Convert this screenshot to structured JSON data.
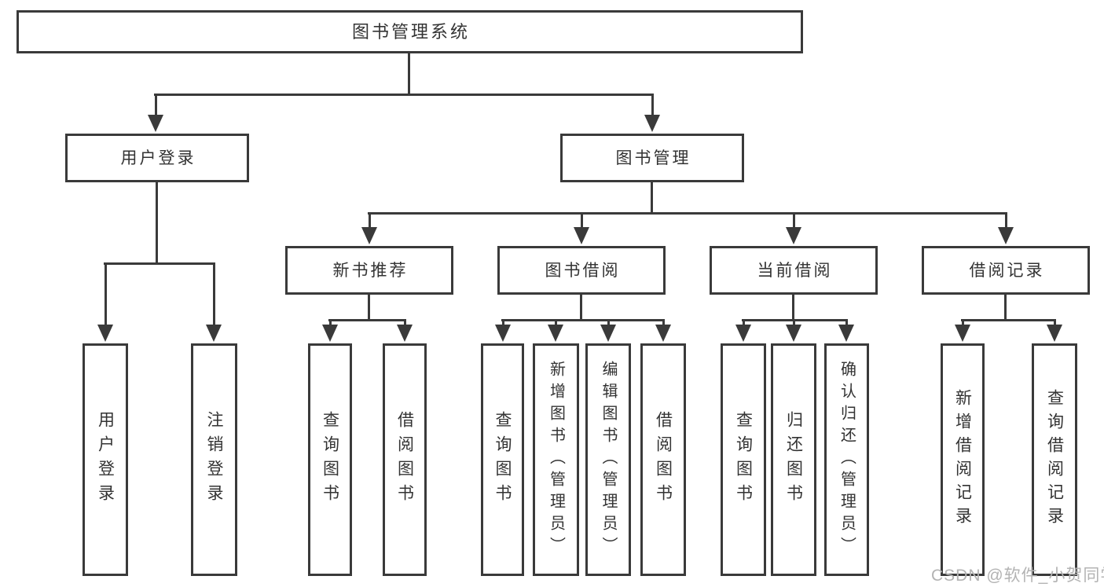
{
  "colors": {
    "line": "#3a3a3a",
    "text": "#333333",
    "watermark": "#b3b3b3",
    "background": "#ffffff"
  },
  "tree": {
    "root": {
      "label": "图书管理系统"
    },
    "level2": [
      {
        "label": "用户登录",
        "leaves": [
          {
            "label": "用户登录"
          },
          {
            "label": "注销登录"
          }
        ]
      },
      {
        "label": "图书管理",
        "level3": [
          {
            "label": "新书推荐",
            "leaves": [
              {
                "label": "查询图书"
              },
              {
                "label": "借阅图书"
              }
            ]
          },
          {
            "label": "图书借阅",
            "leaves": [
              {
                "label": "查询图书"
              },
              {
                "label": "新增图书（管理员）"
              },
              {
                "label": "编辑图书（管理员）"
              },
              {
                "label": "借阅图书"
              }
            ]
          },
          {
            "label": "当前借阅",
            "leaves": [
              {
                "label": "查询图书"
              },
              {
                "label": "归还图书"
              },
              {
                "label": "确认归还（管理员）"
              }
            ]
          },
          {
            "label": "借阅记录",
            "leaves": [
              {
                "label": "新增借阅记录"
              },
              {
                "label": "查询借阅记录"
              }
            ]
          }
        ]
      }
    ]
  },
  "watermark": {
    "text": "CSDN @软件_小贺同学"
  }
}
